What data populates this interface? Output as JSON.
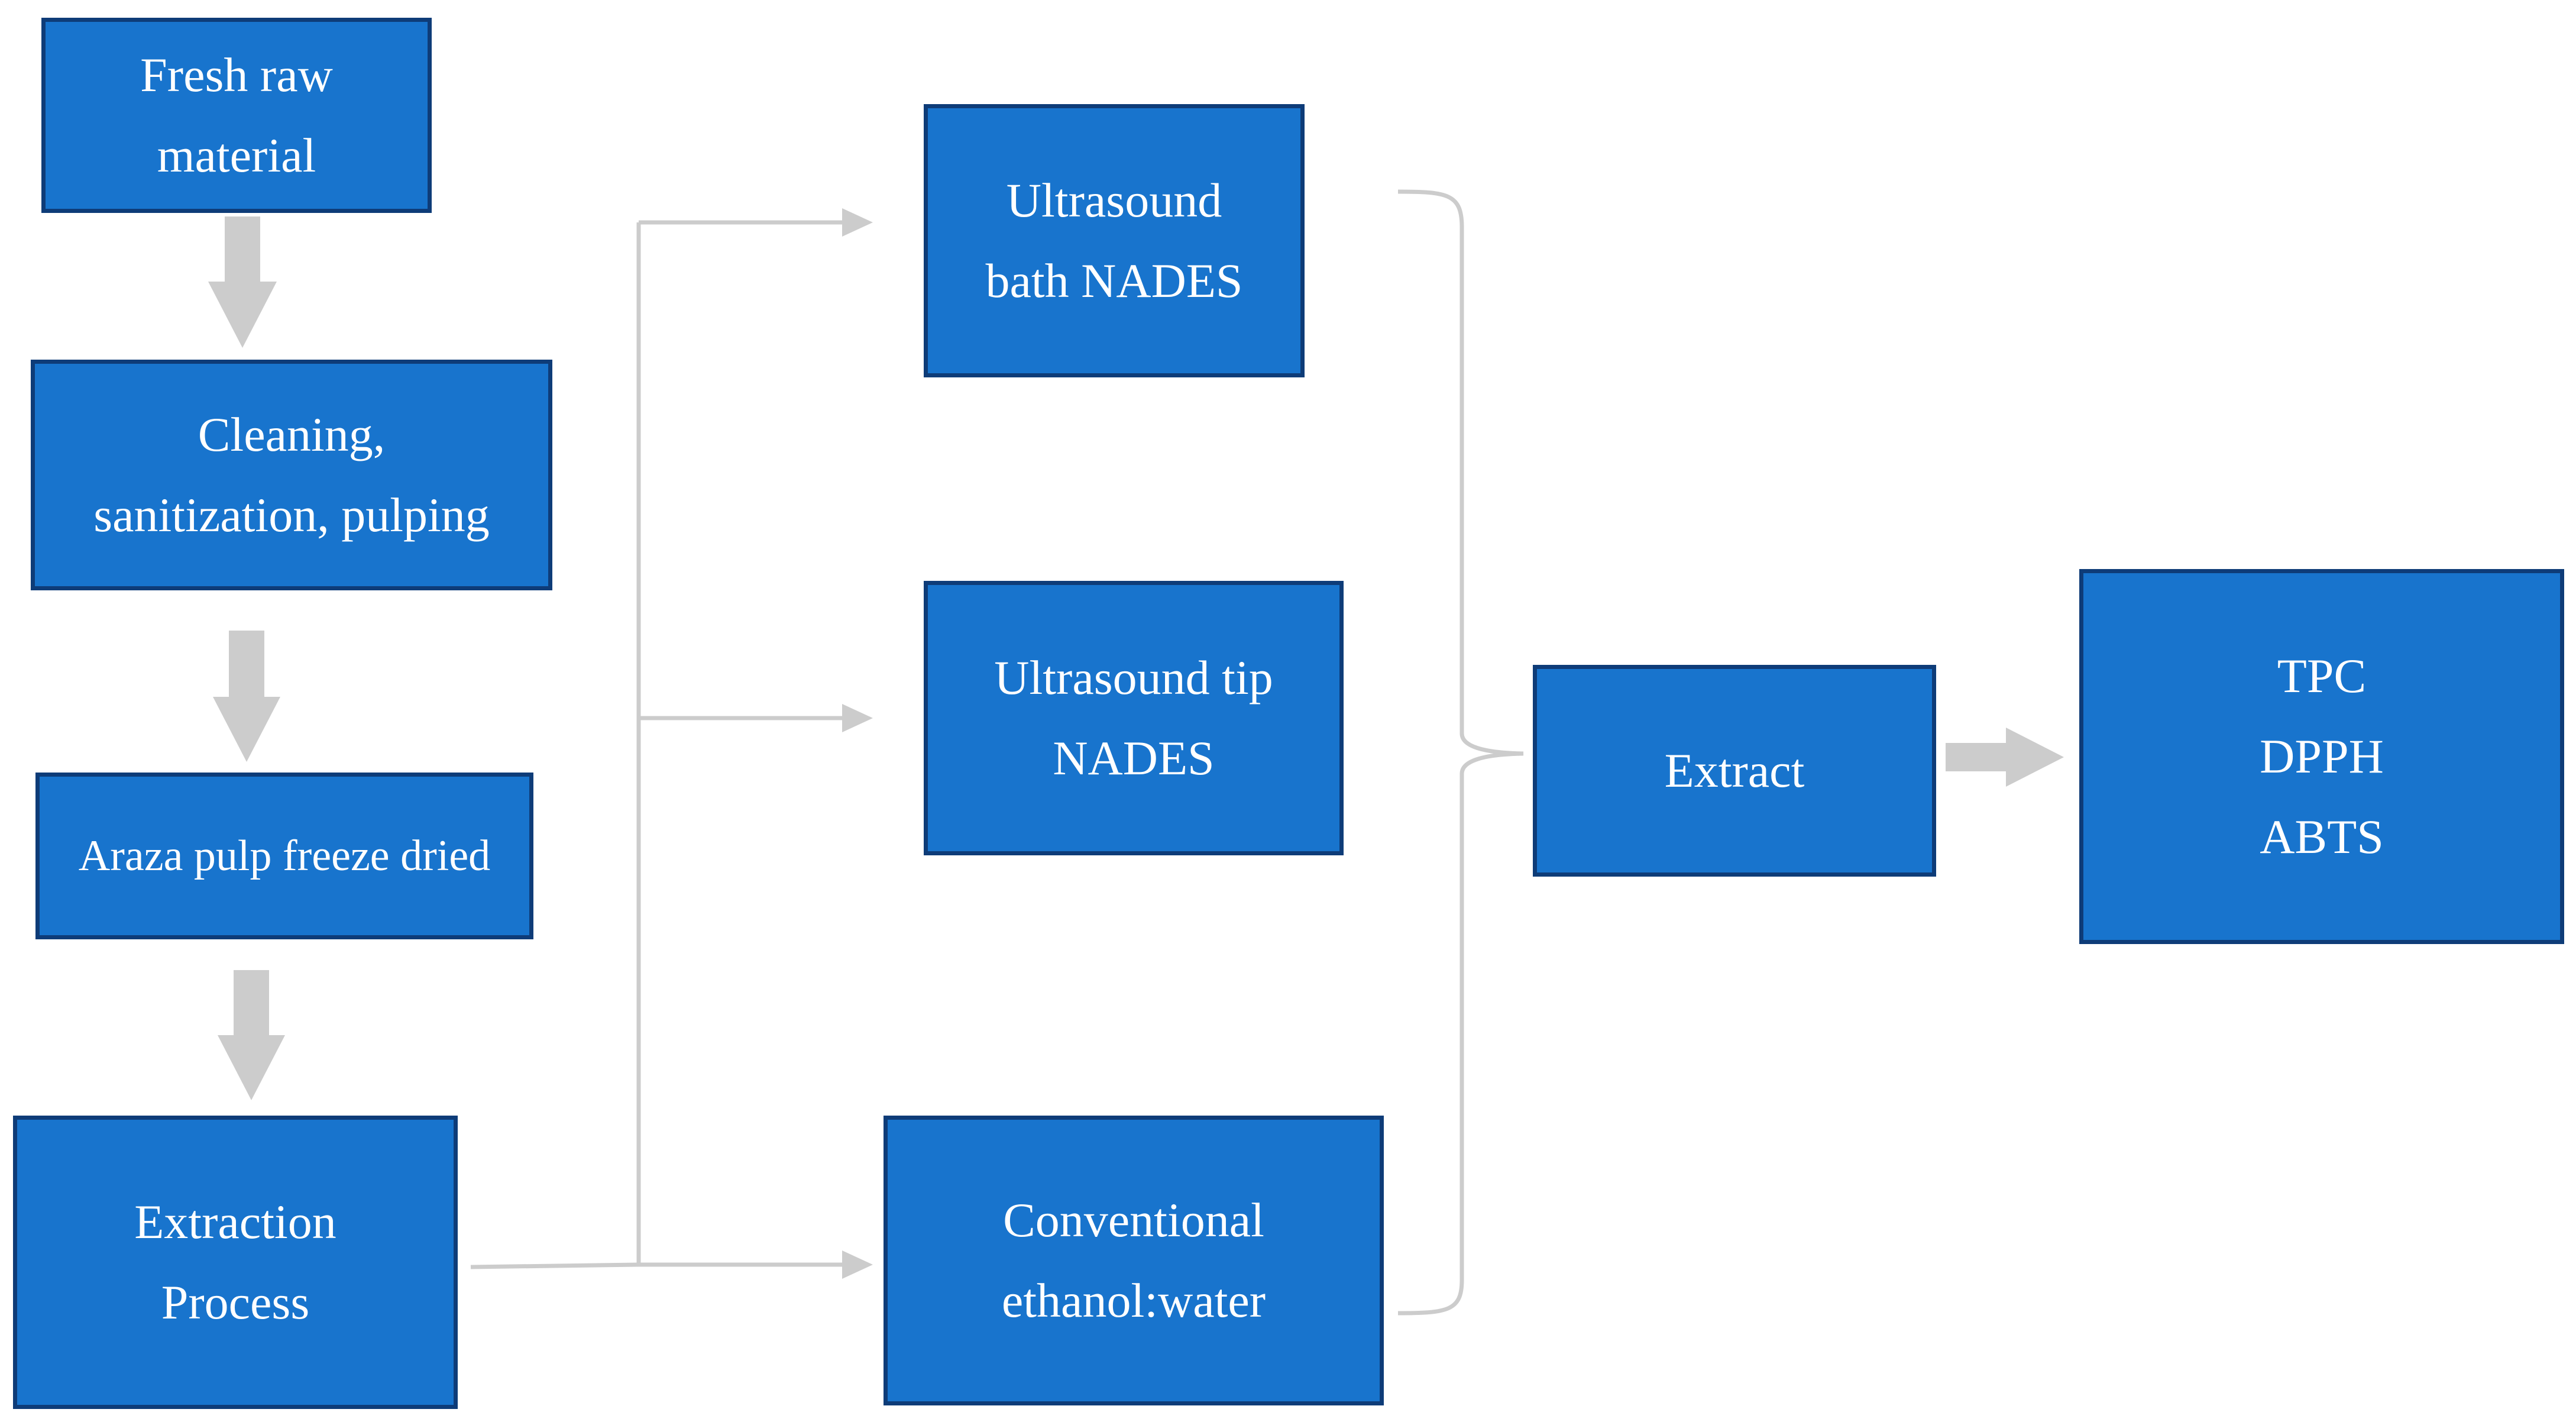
{
  "colors": {
    "box_fill": "#1874CD",
    "box_border": "#0E3C78",
    "box_text": "#FFFFFF",
    "arrow_gray": "#CCCCCC"
  },
  "nodes": {
    "fresh": {
      "lines": [
        "Fresh raw",
        "material"
      ]
    },
    "cleaning": {
      "lines": [
        "Cleaning,",
        "sanitization, pulping"
      ]
    },
    "araza": {
      "lines": [
        "Araza pulp freeze dried"
      ]
    },
    "extraction": {
      "lines": [
        "Extraction",
        "Process"
      ]
    },
    "bath": {
      "lines": [
        "Ultrasound",
        "bath NADES"
      ]
    },
    "tip": {
      "lines": [
        "Ultrasound tip",
        "NADES"
      ]
    },
    "conventional": {
      "lines": [
        "Conventional",
        "ethanol:water"
      ]
    },
    "extract": {
      "lines": [
        "Extract"
      ]
    },
    "results": {
      "lines": [
        "TPC",
        "DPPH",
        "ABTS"
      ]
    }
  }
}
